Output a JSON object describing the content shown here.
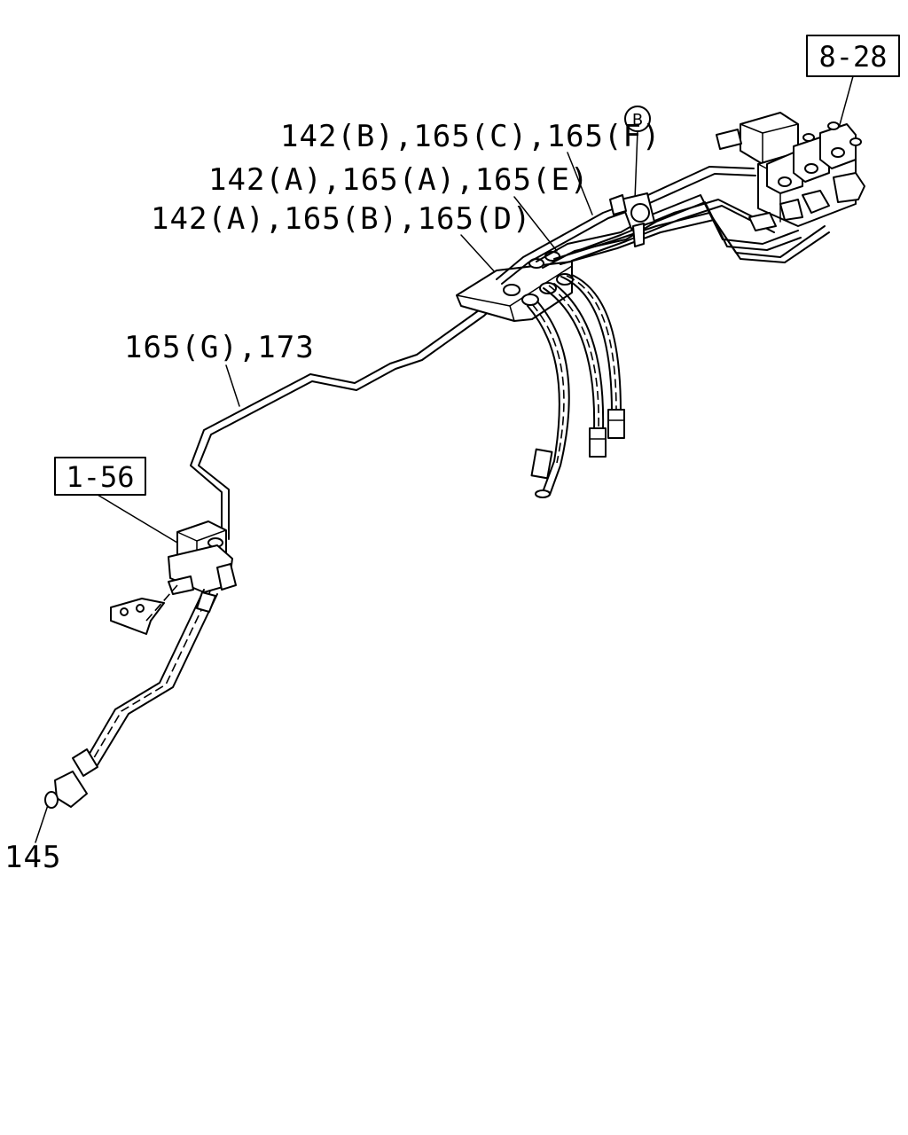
{
  "callouts": {
    "ref_8_28": "8-28",
    "ref_1_56": "1-56",
    "label_b_circle": "B",
    "label_line1": "142(B),165(C),165(F)",
    "label_line2": "142(A),165(A),165(E)",
    "label_line3": "142(A),165(B),165(D)",
    "label_165g_173": "165(G),173",
    "label_145": "145"
  }
}
